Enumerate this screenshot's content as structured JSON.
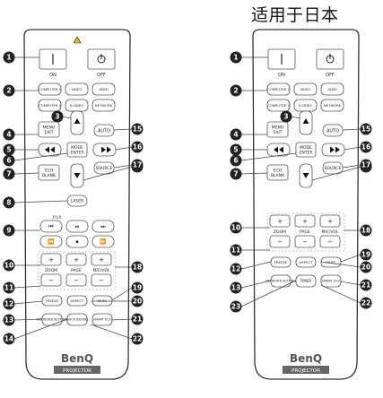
{
  "japan_title": "适用于日本",
  "labels": {
    "on": "ON",
    "off": "OFF",
    "computer1": "COMPUTER 1",
    "video": "VIDEO",
    "hdmi": "HDMI",
    "computer2": "COMPUTER 2",
    "svideo": "S-VIDEO",
    "network": "NETWORK",
    "menu": "MENU",
    "exit": "EXIT",
    "auto": "AUTO",
    "mode": "MODE",
    "enter": "ENTER",
    "eco": "ECO",
    "blank": "BLANK",
    "source": "SOURCE",
    "laser": "LASER",
    "pip": "P.I.P.",
    "zoom": "ZOOM",
    "page": "PAGE",
    "micvol": "MIC/VOL",
    "freeze": "FREEZE",
    "aspect": "ASPECT",
    "mute": "MUTE",
    "network_setting": "NETWORK SETTING",
    "quick_install": "QUICK INSTALL",
    "smart_eco": "SMART ECO",
    "timer": "TIMER",
    "plus": "+",
    "minus": "−"
  },
  "brand": {
    "name": "BenQ",
    "sub": "PROJECTOR"
  },
  "callouts": {
    "n1": "1",
    "n2": "2",
    "n3": "3",
    "n4": "4",
    "n5": "5",
    "n6": "6",
    "n7": "7",
    "n8": "8",
    "n9": "9",
    "n10": "10",
    "n11": "11",
    "n12": "12",
    "n13": "13",
    "n14": "14",
    "n15": "15",
    "n16": "16",
    "n17": "17",
    "n18": "18",
    "n19": "19",
    "n20": "20",
    "n21": "21",
    "n22": "22",
    "n23": "23"
  },
  "colors": {
    "callout": "#222222",
    "outline": "#555555",
    "laser_warning": "#f2c200"
  }
}
